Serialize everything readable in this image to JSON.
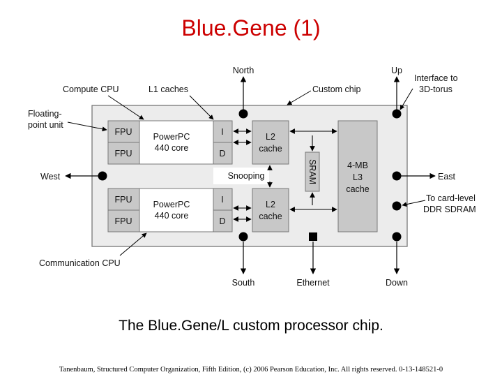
{
  "slide": {
    "title": "Blue.Gene (1)",
    "caption": "The Blue.Gene/L custom processor chip.",
    "footer": "Tanenbaum, Structured Computer Organization, Fifth Edition, (c) 2006 Pearson Education, Inc. All rights reserved. 0-13-148521-0"
  },
  "diagram": {
    "labels": {
      "north": "North",
      "up": "Up",
      "interface_line1": "Interface to",
      "interface_line2": "3D-torus",
      "compute_cpu": "Compute CPU",
      "l1_caches": "L1 caches",
      "custom_chip": "Custom chip",
      "fp_line1": "Floating-",
      "fp_line2": "point unit",
      "west": "West",
      "east": "East",
      "card_line1": "To card-level",
      "card_line2": "DDR SDRAM",
      "communication_cpu": "Communication CPU",
      "south": "South",
      "ethernet": "Ethernet",
      "down": "Down"
    },
    "blocks": {
      "fpu": "FPU",
      "powerpc_line1": "PowerPC",
      "powerpc_line2": "440 core",
      "l1_i": "I",
      "l1_d": "D",
      "l2_line1": "L2",
      "l2_line2": "cache",
      "snooping": "Snooping",
      "sram": "SRAM",
      "l3_line1": "4-MB",
      "l3_line2": "L3",
      "l3_line3": "cache"
    },
    "colors": {
      "chip_fill": "#ececec",
      "block_fill": "#c8c8c8",
      "white": "#ffffff",
      "stroke": "#777777",
      "ink": "#000000"
    }
  }
}
